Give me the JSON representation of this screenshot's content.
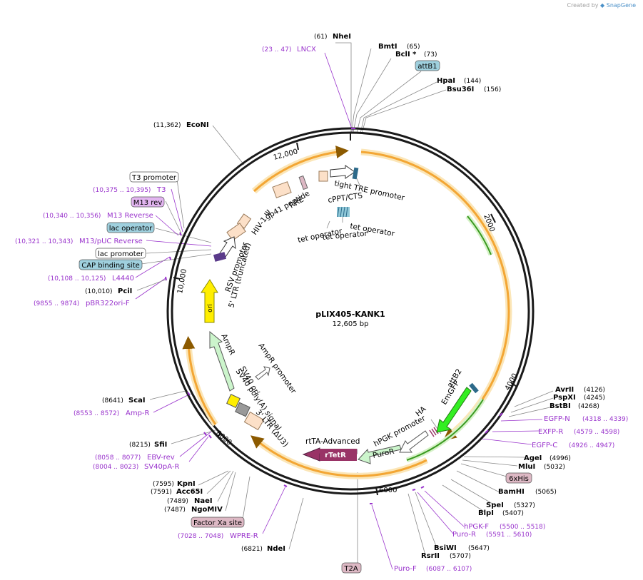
{
  "header": {
    "credit_prefix": "Created by",
    "brand": "SnapGene"
  },
  "plasmid": {
    "name": "pLIX405-KANK1",
    "size": "12,605 bp"
  },
  "ticks": [
    "2000",
    "4000",
    "6000",
    "8000",
    "10,000",
    "12,000"
  ],
  "enzymes": [
    {
      "pos": "(61)",
      "name": "NheI"
    },
    {
      "pos": "(65)",
      "name": "BmtI"
    },
    {
      "pos": "(73)",
      "name": "BclI *"
    },
    {
      "pos": "(144)",
      "name": "HpaI"
    },
    {
      "pos": "(156)",
      "name": "Bsu36I"
    },
    {
      "pos": "(4126)",
      "name": "AvrII"
    },
    {
      "pos": "(4245)",
      "name": "PspXI"
    },
    {
      "pos": "(4268)",
      "name": "BstBI"
    },
    {
      "pos": "(4996)",
      "name": "AgeI"
    },
    {
      "pos": "(5032)",
      "name": "MluI"
    },
    {
      "pos": "(5065)",
      "name": "BamHI"
    },
    {
      "pos": "(5327)",
      "name": "SpeI"
    },
    {
      "pos": "(5407)",
      "name": "BlpI"
    },
    {
      "pos": "(5647)",
      "name": "BsiWI"
    },
    {
      "pos": "(5707)",
      "name": "RsrII"
    },
    {
      "pos": "(6821)",
      "name": "NdeI"
    },
    {
      "pos": "(7487)",
      "name": "NgoMIV"
    },
    {
      "pos": "(7489)",
      "name": "NaeI"
    },
    {
      "pos": "(7591)",
      "name": "Acc65I"
    },
    {
      "pos": "(7595)",
      "name": "KpnI"
    },
    {
      "pos": "(8215)",
      "name": "SfiI"
    },
    {
      "pos": "(8641)",
      "name": "ScaI"
    },
    {
      "pos": "(10,010)",
      "name": "PciI"
    },
    {
      "pos": "(11,362)",
      "name": "EcoNI"
    }
  ],
  "primers": [
    {
      "range": "(23 .. 47)",
      "name": "LNCX"
    },
    {
      "range": "(4318 .. 4339)",
      "name": "EGFP-N"
    },
    {
      "range": "(4579 .. 4598)",
      "name": "EXFP-R"
    },
    {
      "range": "(4926 .. 4947)",
      "name": "EGFP-C"
    },
    {
      "range": "(5500 .. 5518)",
      "name": "hPGK-F"
    },
    {
      "range": "(5591 .. 5610)",
      "name": "Puro-R"
    },
    {
      "range": "(6087 .. 6107)",
      "name": "Puro-F"
    },
    {
      "range": "(7028 .. 7048)",
      "name": "WPRE-R"
    },
    {
      "range": "(8004 .. 8023)",
      "name": "SV40pA-R"
    },
    {
      "range": "(8058 .. 8077)",
      "name": "EBV-rev"
    },
    {
      "range": "(8553 .. 8572)",
      "name": "Amp-R"
    },
    {
      "range": "(9855 .. 9874)",
      "name": "pBR322ori-F"
    },
    {
      "range": "(10,108 .. 10,125)",
      "name": "L4440"
    },
    {
      "range": "(10,321 .. 10,343)",
      "name": "M13/pUC Reverse"
    },
    {
      "range": "(10,340 .. 10,356)",
      "name": "M13 Reverse"
    },
    {
      "range": "(10,375 .. 10,395)",
      "name": "T3"
    }
  ],
  "boxed_labels": [
    {
      "name": "attB1"
    },
    {
      "name": "6xHis"
    },
    {
      "name": "T2A"
    },
    {
      "name": "Factor Xa site"
    },
    {
      "name": "T3 promoter"
    },
    {
      "name": "M13 rev"
    },
    {
      "name": "lac operator"
    },
    {
      "name": "lac promoter"
    },
    {
      "name": "CAP binding site"
    }
  ],
  "features": [
    "tight TRE promoter",
    "cPPT/CTS",
    "tet operator",
    "tet operator",
    "tet operator",
    "RRE",
    "gp41 peptide",
    "HIV-1 Ψ",
    "RSV promoter",
    "5' LTR (truncated)",
    "ori",
    "AmpR",
    "AmpR promoter",
    "SV40 ori",
    "SV40 poly(A) signal",
    "3' LTR (ΔU3)",
    "rtTA-Advanced",
    "rTetR",
    "PuroR",
    "hPGK promoter",
    "HA",
    "EmGFP",
    "attB2"
  ],
  "colors": {
    "enzyme": "#000000",
    "primer": "#9933cc",
    "orf": "#f3a634",
    "gfp": "#33ee22",
    "ori": "#ffee00",
    "ampr": "#ccf5cc",
    "rtetr": "#993366",
    "ltr": "#fce0c8",
    "boxBlue": "#9fd0de",
    "boxPink": "#ddb8c4",
    "boxViolet": "#e2b5f0"
  }
}
